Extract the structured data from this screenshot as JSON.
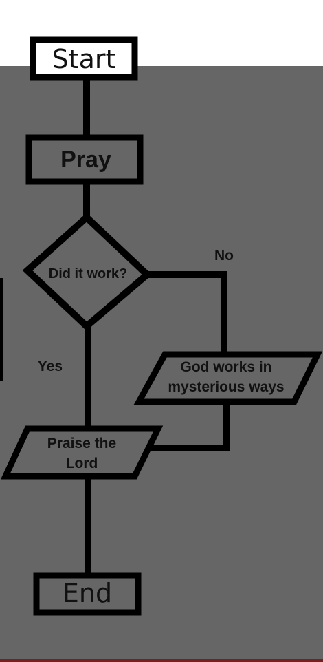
{
  "colors": {
    "background_top": "#ffffff",
    "background_main": "#666666",
    "stroke": "#000000",
    "start_fill": "#ffffff",
    "bottom_accent": "#7a1e1e"
  },
  "flowchart": {
    "start": "Start",
    "pray": "Pray",
    "decision": "Did it work?",
    "no_label": "No",
    "yes_label": "Yes",
    "mystery_line1": "God works in",
    "mystery_line2": "mysterious ways",
    "praise_line1": "Praise the",
    "praise_line2": "Lord",
    "end": "End"
  }
}
